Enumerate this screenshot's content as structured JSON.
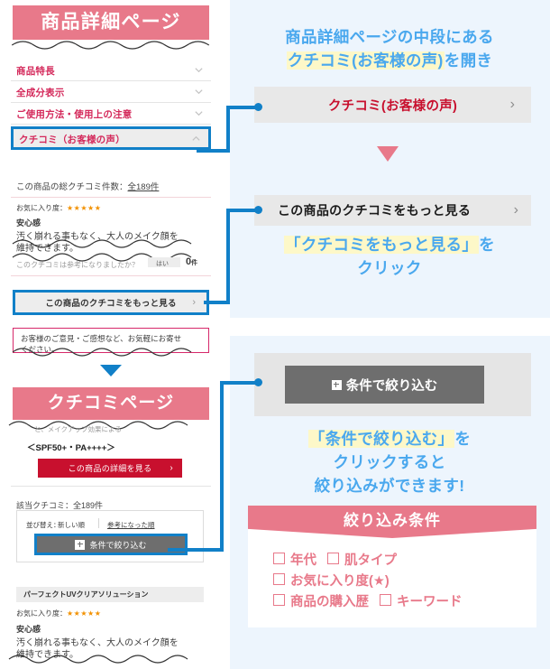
{
  "colors": {
    "pink": "#e8798a",
    "blue": "#1180c8",
    "light_blue_text": "#4aa8ee",
    "highlight_yellow": "#fdf8c8",
    "crimson": "#d4295b",
    "red_button": "#c8102e",
    "panel_bg": "#edf5fd",
    "star_orange": "#f29100"
  },
  "left_panel": {
    "banner_product_page": "商品詳細ページ",
    "banner_review_page": "クチコミページ",
    "accordion": [
      {
        "label": "商品特長",
        "chevron": "chevron-down-icon",
        "active": false
      },
      {
        "label": "全成分表示",
        "chevron": "chevron-down-icon",
        "active": false
      },
      {
        "label": "ご使用方法・使用上の注意",
        "chevron": "chevron-down-icon",
        "active": false
      },
      {
        "label": "クチコミ（お客様の声）",
        "chevron": "chevron-up-icon",
        "active": true
      }
    ],
    "review_count_line": "この商品の総クチコミ件数：",
    "review_count_value": "全189件",
    "favorite_label": "お気に入り度：",
    "stars": "★★★★★",
    "review_title": "安心感",
    "review_body_1": "汚く崩れる事もなく、大人のメイク顔を",
    "review_body_2": "維持できます。",
    "helpful_question": "このクチコミは参考になりましたか？",
    "helpful_yes": "はい",
    "helpful_count": "0",
    "helpful_unit": "件",
    "more_reviews_button": "この商品のクチコミをもっと見る",
    "more_reviews_chevron": "chevron-right-icon",
    "notice_line_1": "お客様のご意見・ご感想など、お気軽にお寄せ",
    "notice_line_2": "ください。",
    "spf_sub": "と、メイクアップ効果による",
    "spf_line": "＜SPF50+・PA++++＞",
    "detail_button": "この商品の詳細を見る",
    "detail_chevron": "chevron-right-icon",
    "matching_reviews": "該当クチコミ：全189件",
    "sort_label": "並び替え：",
    "sort_option_new": "新しい順",
    "sort_option_helpful": "参考になった順",
    "filter_button": "条件で絞り込む",
    "filter_icon": "plus-box-icon",
    "card_product_name": "パーフェクトUVクリアソリューション"
  },
  "right_panel": {
    "step1": {
      "caption_line_1": "商品詳細ページの中段にある",
      "caption_line_2_mark": "クチコミ(お客様の声)",
      "caption_line_2_tail": "を開き",
      "button_label": "クチコミ(お客様の声)",
      "button_chevron": "chevron-right-icon"
    },
    "step2": {
      "button_label": "この商品のクチコミをもっと見る",
      "button_chevron": "chevron-right-icon",
      "caption_line_1_mark": "「クチコミをもっと見る」",
      "caption_line_1_tail": "を",
      "caption_line_2": "クリック"
    },
    "step3": {
      "button_label": "条件で絞り込む",
      "button_icon": "plus-box-icon",
      "caption_line_1_mark": "「条件で絞り込む」",
      "caption_line_1_tail": "を",
      "caption_line_2": "クリックすると",
      "caption_line_3": "絞り込みができます!"
    },
    "filter_conditions": {
      "title": "絞り込み条件",
      "rows": [
        [
          "年代",
          "肌タイプ"
        ],
        [
          "お気に入り度(★)"
        ],
        [
          "商品の購入歴",
          "キーワード"
        ]
      ]
    }
  }
}
